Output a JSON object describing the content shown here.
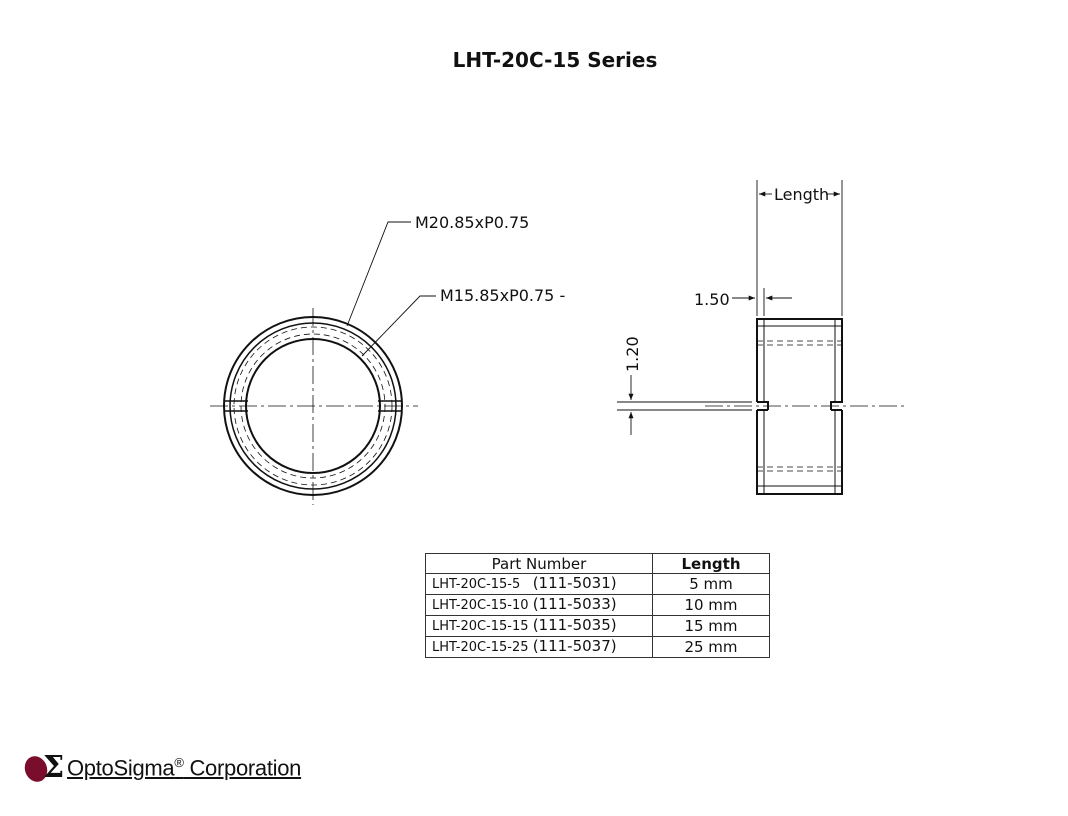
{
  "title": "LHT-20C-15 Series",
  "callouts": {
    "outer_thread": "M20.85xP0.75",
    "inner_thread": "M15.85xP0.75 -",
    "length": "Length",
    "lip_width": "1.50",
    "slot_width": "1.20"
  },
  "table": {
    "headers": {
      "part_number": "Part Number",
      "length": "Length"
    },
    "rows": [
      {
        "part": "LHT-20C-15-5",
        "code": "(111-5031)",
        "length": "5 mm"
      },
      {
        "part": "LHT-20C-15-10",
        "code": "(111-5033)",
        "length": "10 mm"
      },
      {
        "part": "LHT-20C-15-15",
        "code": "(111-5035)",
        "length": "15 mm"
      },
      {
        "part": "LHT-20C-15-25",
        "code": "(111-5037)",
        "length": "25 mm"
      }
    ]
  },
  "logo": {
    "brand": "OptoSigma",
    "mark": "®",
    "suffix": "Corporation",
    "colors": {
      "accent": "#7a0d2c"
    }
  }
}
